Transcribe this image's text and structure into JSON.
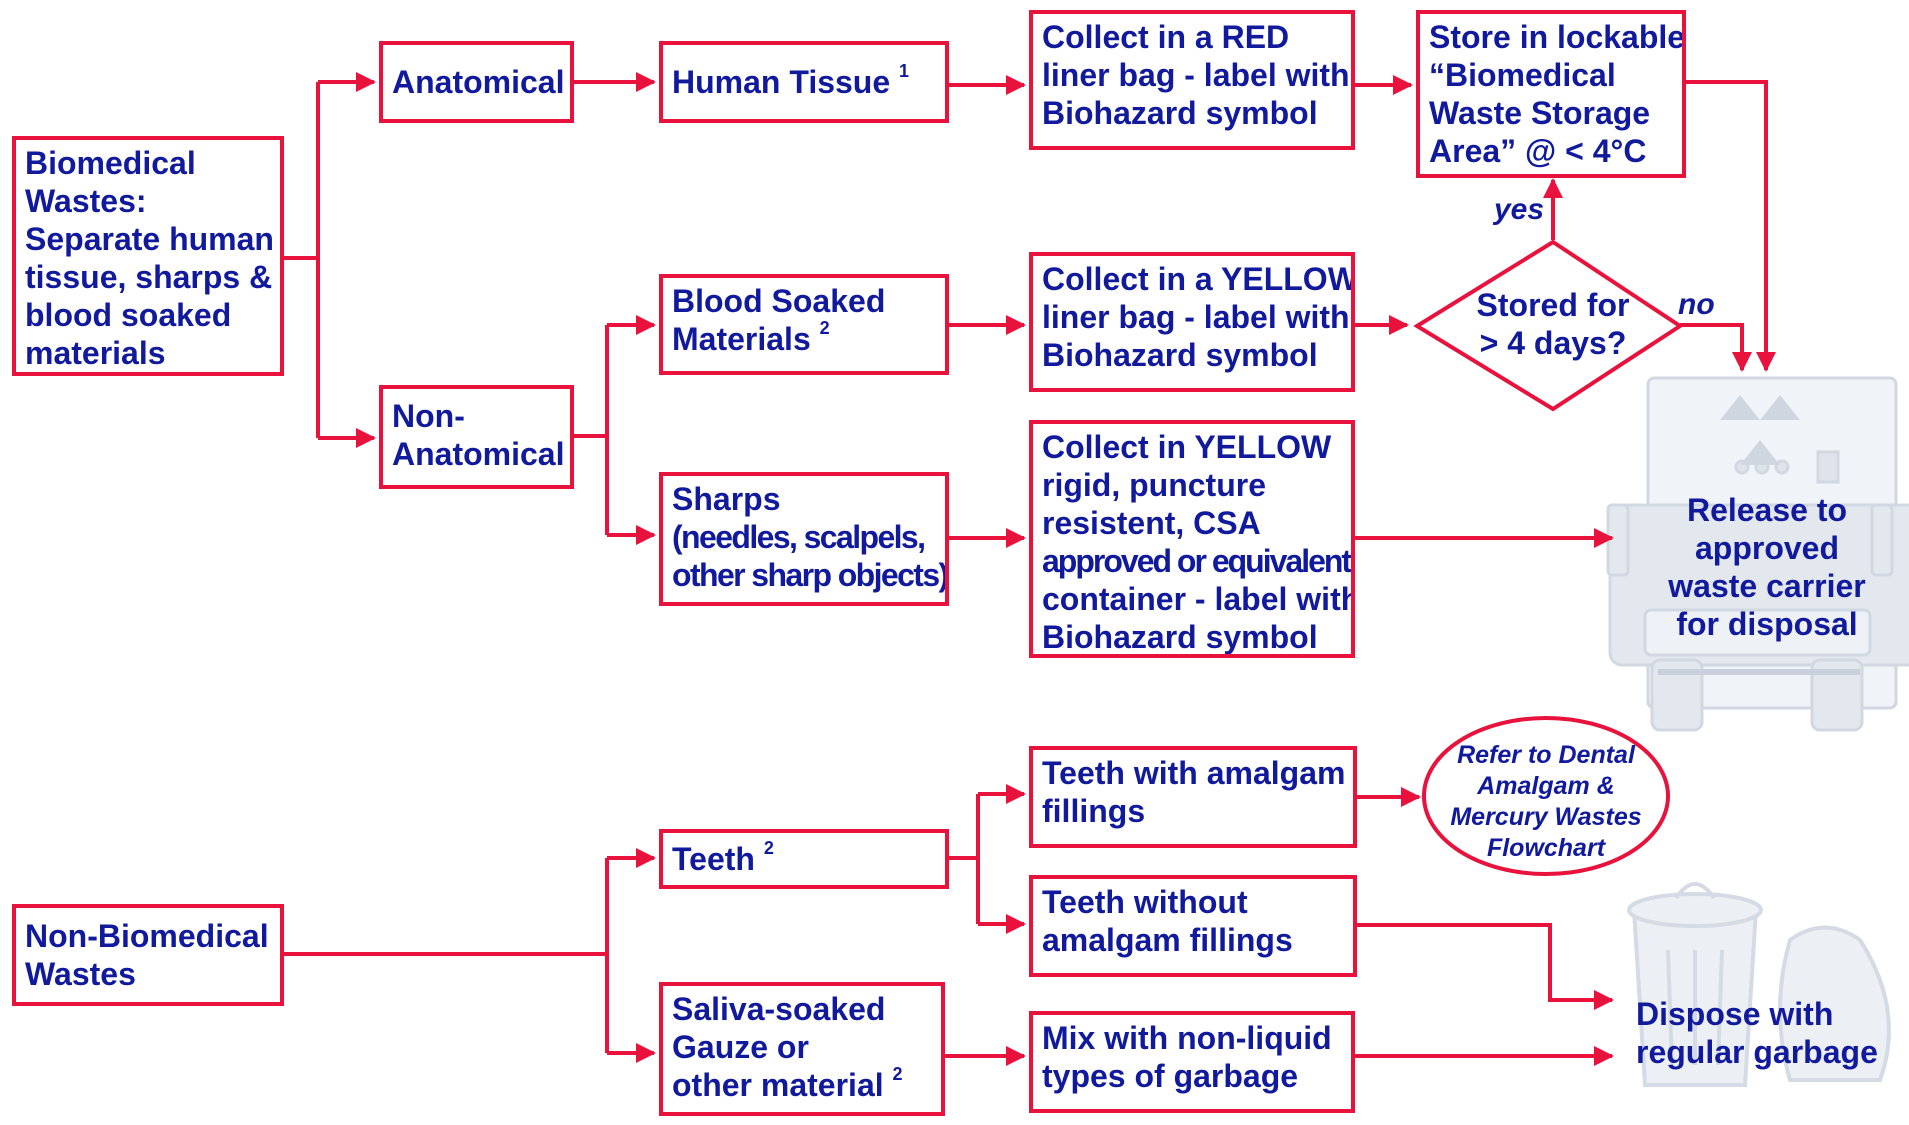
{
  "biomedical": {
    "start": [
      "Biomedical",
      "Wastes:",
      "Separate human",
      "tissue, sharps &",
      "blood soaked",
      "materials"
    ],
    "anatomical": "Anatomical",
    "non_anatomical": [
      "Non-",
      "Anatomical"
    ],
    "human_tissue": "Human Tissue",
    "human_tissue_note": "1",
    "blood_soaked": [
      "Blood Soaked",
      "Materials"
    ],
    "blood_soaked_note": "2",
    "sharps": [
      "Sharps",
      "(needles, scalpels,",
      "other sharp objects)"
    ],
    "collect_red": [
      "Collect in a RED",
      "liner bag - label with",
      "Biohazard symbol"
    ],
    "collect_yellow": [
      "Collect in a YELLOW",
      "liner bag - label with",
      "Biohazard symbol"
    ],
    "collect_rigid": [
      "Collect in YELLOW",
      "rigid, puncture",
      "resistent, CSA",
      "approved or equivalent",
      "container - label with",
      "Biohazard symbol"
    ],
    "store": [
      "Store in lockable",
      "“Biomedical",
      "Waste Storage",
      "Area” @ < 4°C"
    ],
    "decision": [
      "Stored for",
      "> 4 days?"
    ],
    "yes_label": "yes",
    "no_label": "no",
    "release": [
      "Release to",
      "approved",
      "waste carrier",
      "for disposal"
    ]
  },
  "non_biomedical": {
    "start": [
      "Non-Biomedical",
      "Wastes"
    ],
    "teeth": "Teeth",
    "teeth_note": "2",
    "saliva": [
      "Saliva-soaked",
      "Gauze or",
      "other material"
    ],
    "saliva_note": "2",
    "teeth_amalgam": [
      "Teeth with amalgam",
      "fillings"
    ],
    "teeth_no_amalgam": [
      "Teeth without",
      "amalgam fillings"
    ],
    "refer": [
      "Refer to Dental",
      "Amalgam &",
      "Mercury Wastes",
      "Flowchart"
    ],
    "mix": [
      "Mix with non-liquid",
      "types of garbage"
    ],
    "dispose": [
      "Dispose with",
      "regular garbage"
    ]
  },
  "colors": {
    "line": "#e8123c",
    "text": "#111a9c",
    "watermark": "#dde2ea"
  },
  "icons": [
    "recycling-truck-icon",
    "garbage-can-icon"
  ]
}
